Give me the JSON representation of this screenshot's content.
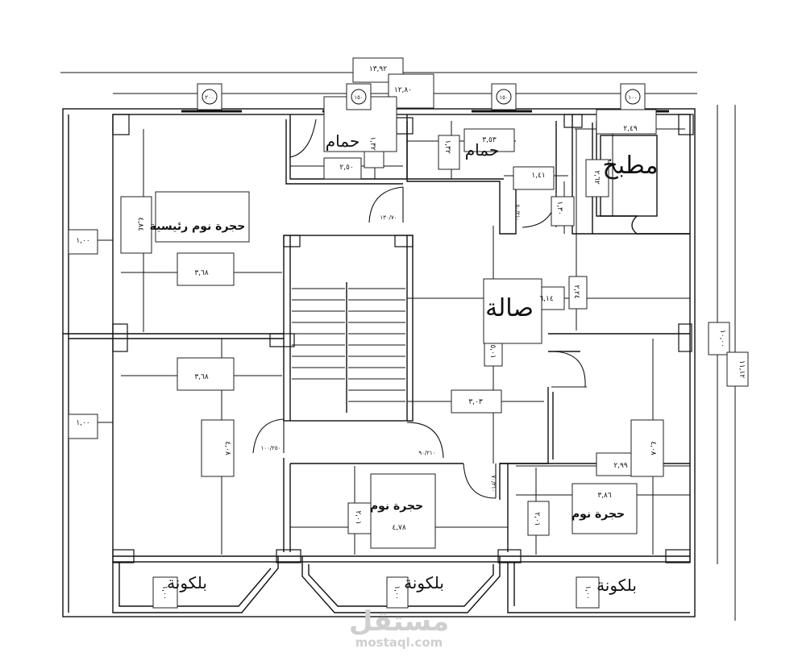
{
  "overall": {
    "width_label": "١٣,٩٢",
    "inner_width_label": "١٢,٨٠",
    "height_label": "١١,١٢",
    "inner_height_label": "١٠,٠٠"
  },
  "rooms": {
    "master_bedroom": "حجرة نوم رئيسية",
    "bath1": "حمام",
    "bath2": "حمام",
    "kitchen": "مطبخ",
    "hall": "صالة",
    "bedroom_center": "حجرة نوم",
    "bedroom_right": "حجرة نوم",
    "balcony_left": "بلكونة",
    "balcony_center": "بلكونة",
    "balcony_right": "بلكونة"
  },
  "dimensions": {
    "bath1_w": "٢,٥٠",
    "bath1_h": "١,٣٢",
    "bath2_w": "٣,٥٣",
    "bath2_h": "١,٣٢",
    "kitchen_w": "٢,٤٩",
    "kitchen_h": "٢,٦٢",
    "lobby_w": "١,٤١",
    "lobby_h": "١,٣٠",
    "master_w": "٣,٦٨",
    "master_h": "٤,٨٤",
    "left_bed_w": "٣,٦٨",
    "left_bed_h": "٤,٠٨",
    "hall_w": "٦,١٤",
    "hall_h": "٥,٠١",
    "hall_right_h": "٢,٢٤",
    "stair_w": "٣,٠٣",
    "bed_center_w": "٤,٧٨",
    "bed_center_h": "٢,٠١",
    "bed_right_w": "٣,٨٦",
    "bed_right_w2": "٢,٩٩",
    "bed_right_h": "٤,٠٨",
    "bed_right_h2": "٢,٠١",
    "side_top": "١,٠٠",
    "side_bottom": "١,٠٠",
    "balcony_left_h": "١,٠٠",
    "balcony_center_h": "١,٠٠",
    "balcony_right_h": "١,٠٠"
  },
  "door_tags": {
    "d1": "١٣٠/٧٠",
    "d2": "١٠٠/٢٥٠",
    "d3": "٩٠/٢١٠",
    "d4": "٥٠/٢١٠",
    "d5": "٧٠/٢١٠"
  },
  "windows": {
    "w1": "٢٠٠",
    "w2": "١٥٠",
    "w3": "١٥٠",
    "w4": "١٠٠"
  },
  "watermark": {
    "brand": "مستقل",
    "site": "mostaql.com"
  }
}
